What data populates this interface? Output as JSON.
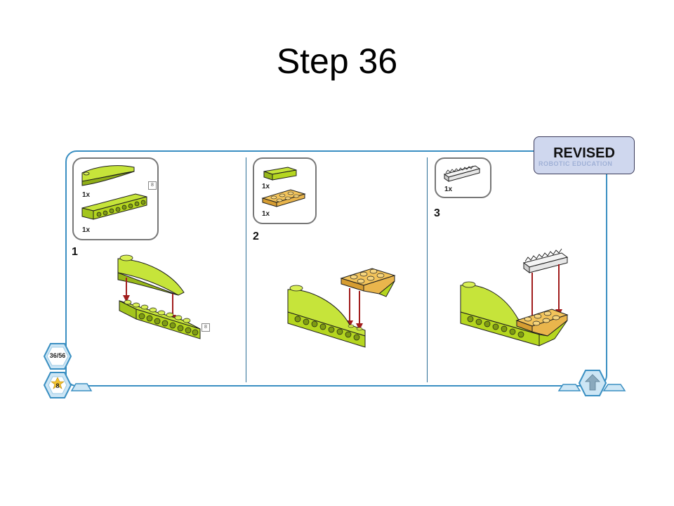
{
  "slide": {
    "title": "Step 36"
  },
  "badge": {
    "label": "REVISED",
    "ghost_text": "ROBOTIC EDUCATION"
  },
  "panels": [
    {
      "step": "1",
      "parts": [
        {
          "qty": "1x"
        },
        {
          "qty": "1x",
          "length": "8"
        }
      ],
      "build_length": "8"
    },
    {
      "step": "2",
      "parts": [
        {
          "qty": "1x"
        },
        {
          "qty": "1x"
        }
      ]
    },
    {
      "step": "3",
      "parts": [
        {
          "qty": "1x"
        }
      ]
    }
  ],
  "nav": {
    "progress": "36/56",
    "score": "8"
  },
  "colors": {
    "frame": "#3a8fc2",
    "lime": "#b5d61f",
    "tan": "#e9b54c",
    "arrow": "#a11d1d",
    "rack": "#e6e6e6"
  }
}
